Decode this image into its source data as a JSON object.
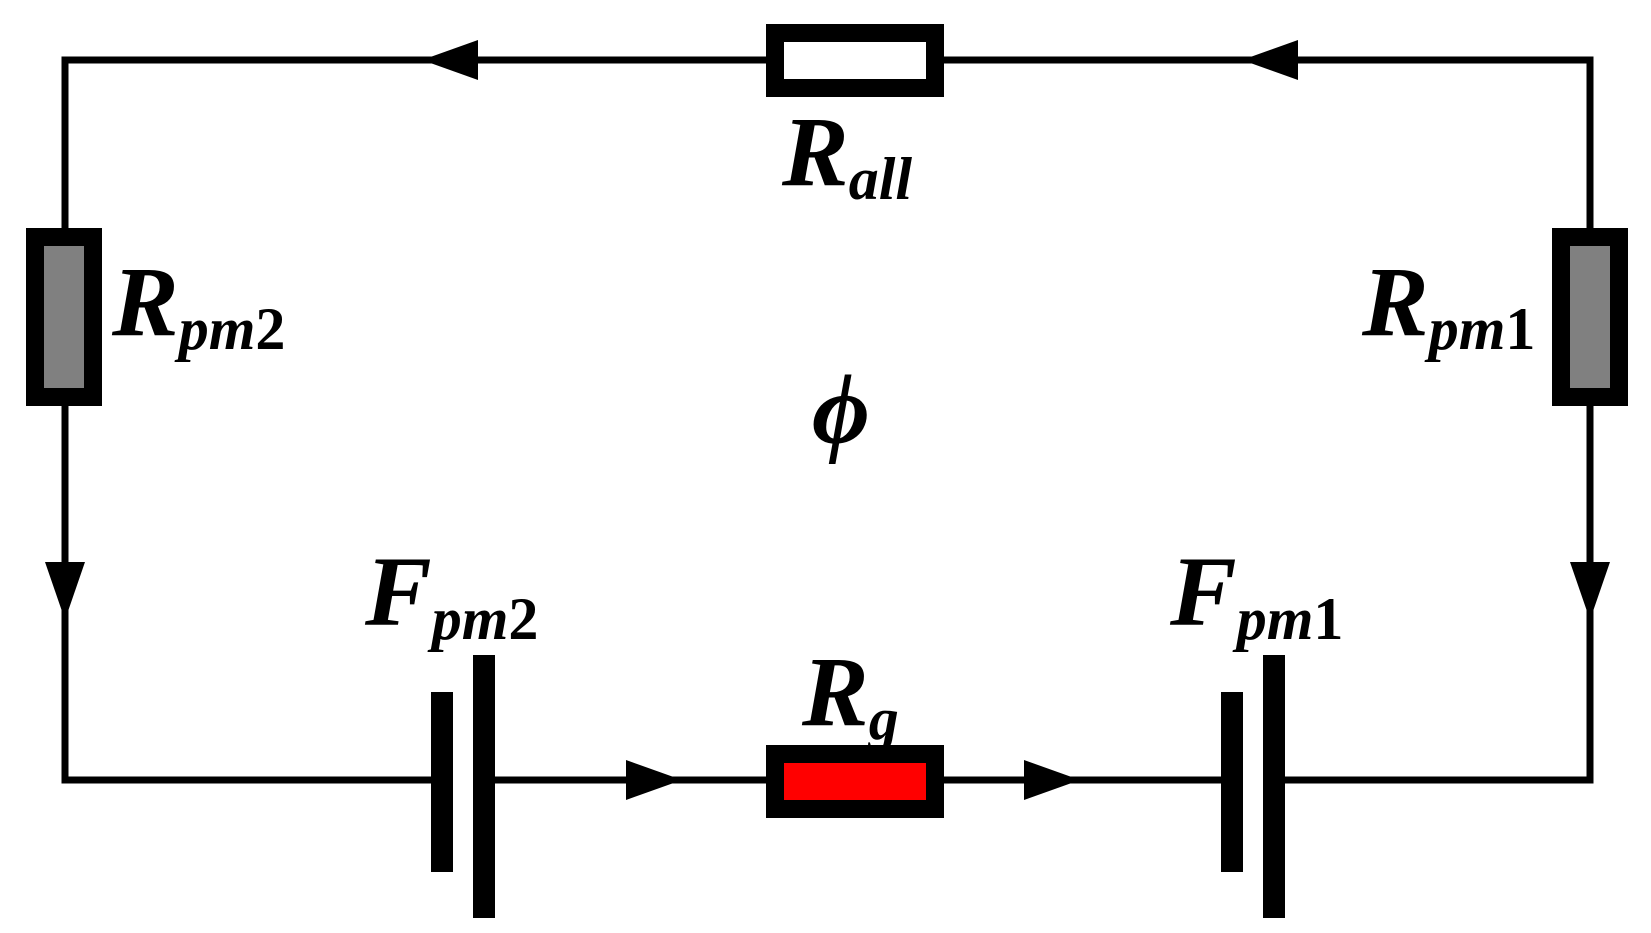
{
  "colors": {
    "wire": "#000000",
    "resistor_all_fill": "#ffffff",
    "resistor_pm_fill": "#808080",
    "resistor_gap_fill": "#ff0000"
  },
  "labels": {
    "r_all": {
      "main": "R",
      "sub": "all"
    },
    "r_pm2": {
      "main": "R",
      "sub": "pm",
      "num": "2"
    },
    "r_pm1": {
      "main": "R",
      "sub": "pm",
      "num": "1"
    },
    "flux": "ϕ",
    "f_pm2": {
      "main": "F",
      "sub": "pm",
      "num": "2"
    },
    "f_pm1": {
      "main": "F",
      "sub": "pm",
      "num": "1"
    },
    "r_g": {
      "main": "R",
      "sub": "g"
    }
  }
}
